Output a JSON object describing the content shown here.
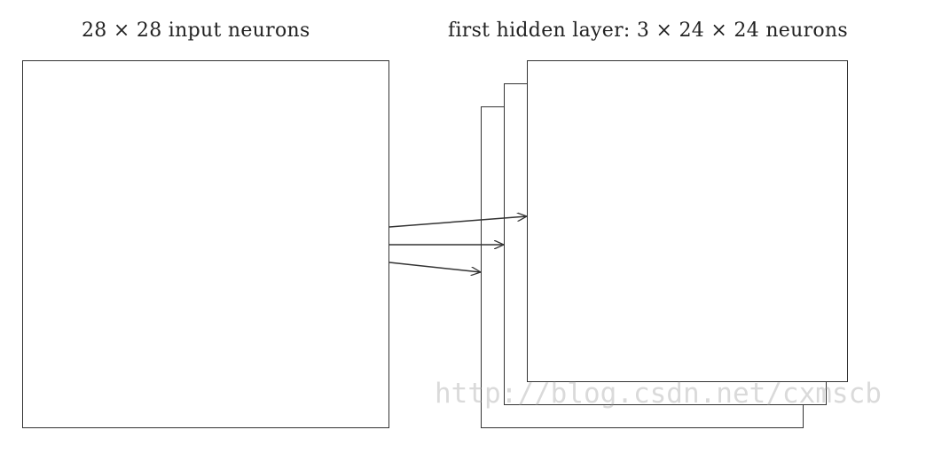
{
  "captions": {
    "input": "28 × 28 input neurons",
    "hidden": "first hidden layer: 3 × 24 × 24 neurons"
  },
  "watermark": "http://blog.csdn.net/cxmscb",
  "colors": {
    "stroke": "#333333",
    "background": "#ffffff"
  }
}
